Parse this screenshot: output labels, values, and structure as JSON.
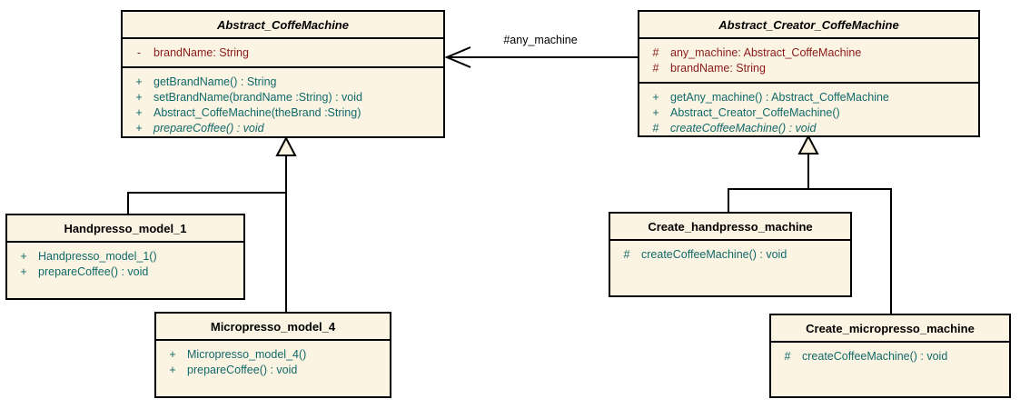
{
  "diagram_type": "uml-class-diagram",
  "colors": {
    "background": "#ffffff",
    "box_fill": "#FBF4E2",
    "box_border": "#000000",
    "title_text": "#000000",
    "attribute_text": "#8B1A1A",
    "method_text": "#11696B",
    "label_text": "#000000"
  },
  "classes": [
    {
      "name": "Abstract_CoffeMachine",
      "abstract": true,
      "attributes": [
        {
          "vis": "-",
          "text": "brandName: String"
        }
      ],
      "methods": [
        {
          "vis": "+",
          "text": "getBrandName() : String"
        },
        {
          "vis": "+",
          "text": "setBrandName(brandName :String) : void"
        },
        {
          "vis": "+",
          "text": "Abstract_CoffeMachine(theBrand :String)"
        },
        {
          "vis": "+",
          "text": "prepareCoffee() : void",
          "abstract": true
        }
      ]
    },
    {
      "name": "Abstract_Creator_CoffeMachine",
      "abstract": true,
      "attributes": [
        {
          "vis": "#",
          "text": "any_machine: Abstract_CoffeMachine"
        },
        {
          "vis": "#",
          "text": "brandName: String"
        }
      ],
      "methods": [
        {
          "vis": "+",
          "text": "getAny_machine() : Abstract_CoffeMachine"
        },
        {
          "vis": "+",
          "text": "Abstract_Creator_CoffeMachine()"
        },
        {
          "vis": "#",
          "text": "createCoffeeMachine() : void",
          "abstract": true
        }
      ]
    },
    {
      "name": "Handpresso_model_1",
      "abstract": false,
      "attributes": [],
      "methods": [
        {
          "vis": "+",
          "text": "Handpresso_model_1()"
        },
        {
          "vis": "+",
          "text": "prepareCoffee() : void"
        }
      ]
    },
    {
      "name": "Micropresso_model_4",
      "abstract": false,
      "attributes": [],
      "methods": [
        {
          "vis": "+",
          "text": "Micropresso_model_4()"
        },
        {
          "vis": "+",
          "text": "prepareCoffee() : void"
        }
      ]
    },
    {
      "name": "Create_handpresso_machine",
      "abstract": false,
      "attributes": [],
      "methods": [
        {
          "vis": "#",
          "text": "createCoffeeMachine() : void"
        }
      ]
    },
    {
      "name": "Create_micropresso_machine",
      "abstract": false,
      "attributes": [],
      "methods": [
        {
          "vis": "#",
          "text": "createCoffeeMachine() : void"
        }
      ]
    }
  ],
  "relationships": {
    "association_label": "#any_machine",
    "association": {
      "from": "Abstract_Creator_CoffeMachine",
      "to": "Abstract_CoffeMachine"
    },
    "generalizations": [
      {
        "from": "Handpresso_model_1",
        "to": "Abstract_CoffeMachine"
      },
      {
        "from": "Micropresso_model_4",
        "to": "Abstract_CoffeMachine"
      },
      {
        "from": "Create_handpresso_machine",
        "to": "Abstract_Creator_CoffeMachine"
      },
      {
        "from": "Create_micropresso_machine",
        "to": "Abstract_Creator_CoffeMachine"
      }
    ]
  }
}
